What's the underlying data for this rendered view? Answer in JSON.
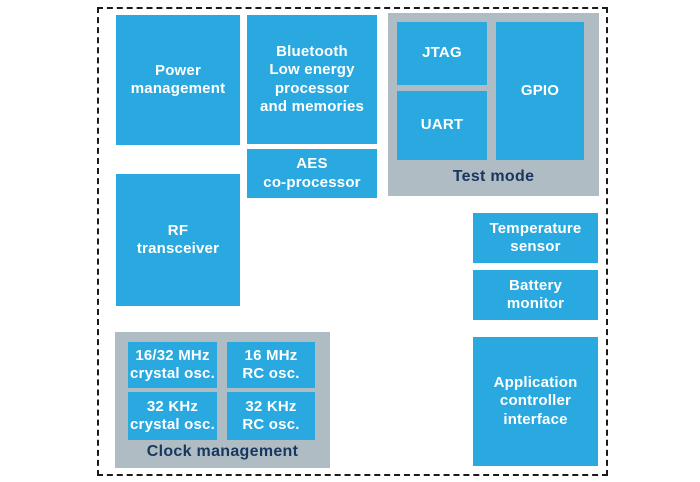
{
  "colors": {
    "block_blue": "#29a9e0",
    "group_gray": "#b0bcc4",
    "label_navy": "#17375e",
    "border_dark": "#1a1a1a",
    "text_white": "#ffffff"
  },
  "blocks": {
    "power_management": "Power\nmanagement",
    "ble_processor": "Bluetooth\nLow energy\nprocessor\nand memories",
    "aes_coprocessor": "AES\nco-processor",
    "rf_transceiver": "RF\ntransceiver",
    "jtag": "JTAG",
    "uart": "UART",
    "gpio": "GPIO",
    "temperature_sensor": "Temperature\nsensor",
    "battery_monitor": "Battery\nmonitor",
    "application_controller_interface": "Application\ncontroller\ninterface",
    "osc_16_32_mhz_crystal": "16/32 MHz\ncrystal osc.",
    "osc_16_mhz_rc": "16 MHz\nRC osc.",
    "osc_32_khz_crystal": "32 KHz\ncrystal osc.",
    "osc_32_khz_rc": "32 KHz\nRC osc."
  },
  "groups": {
    "test_mode": {
      "label": "Test mode"
    },
    "clock_management": {
      "label": "Clock management"
    }
  }
}
